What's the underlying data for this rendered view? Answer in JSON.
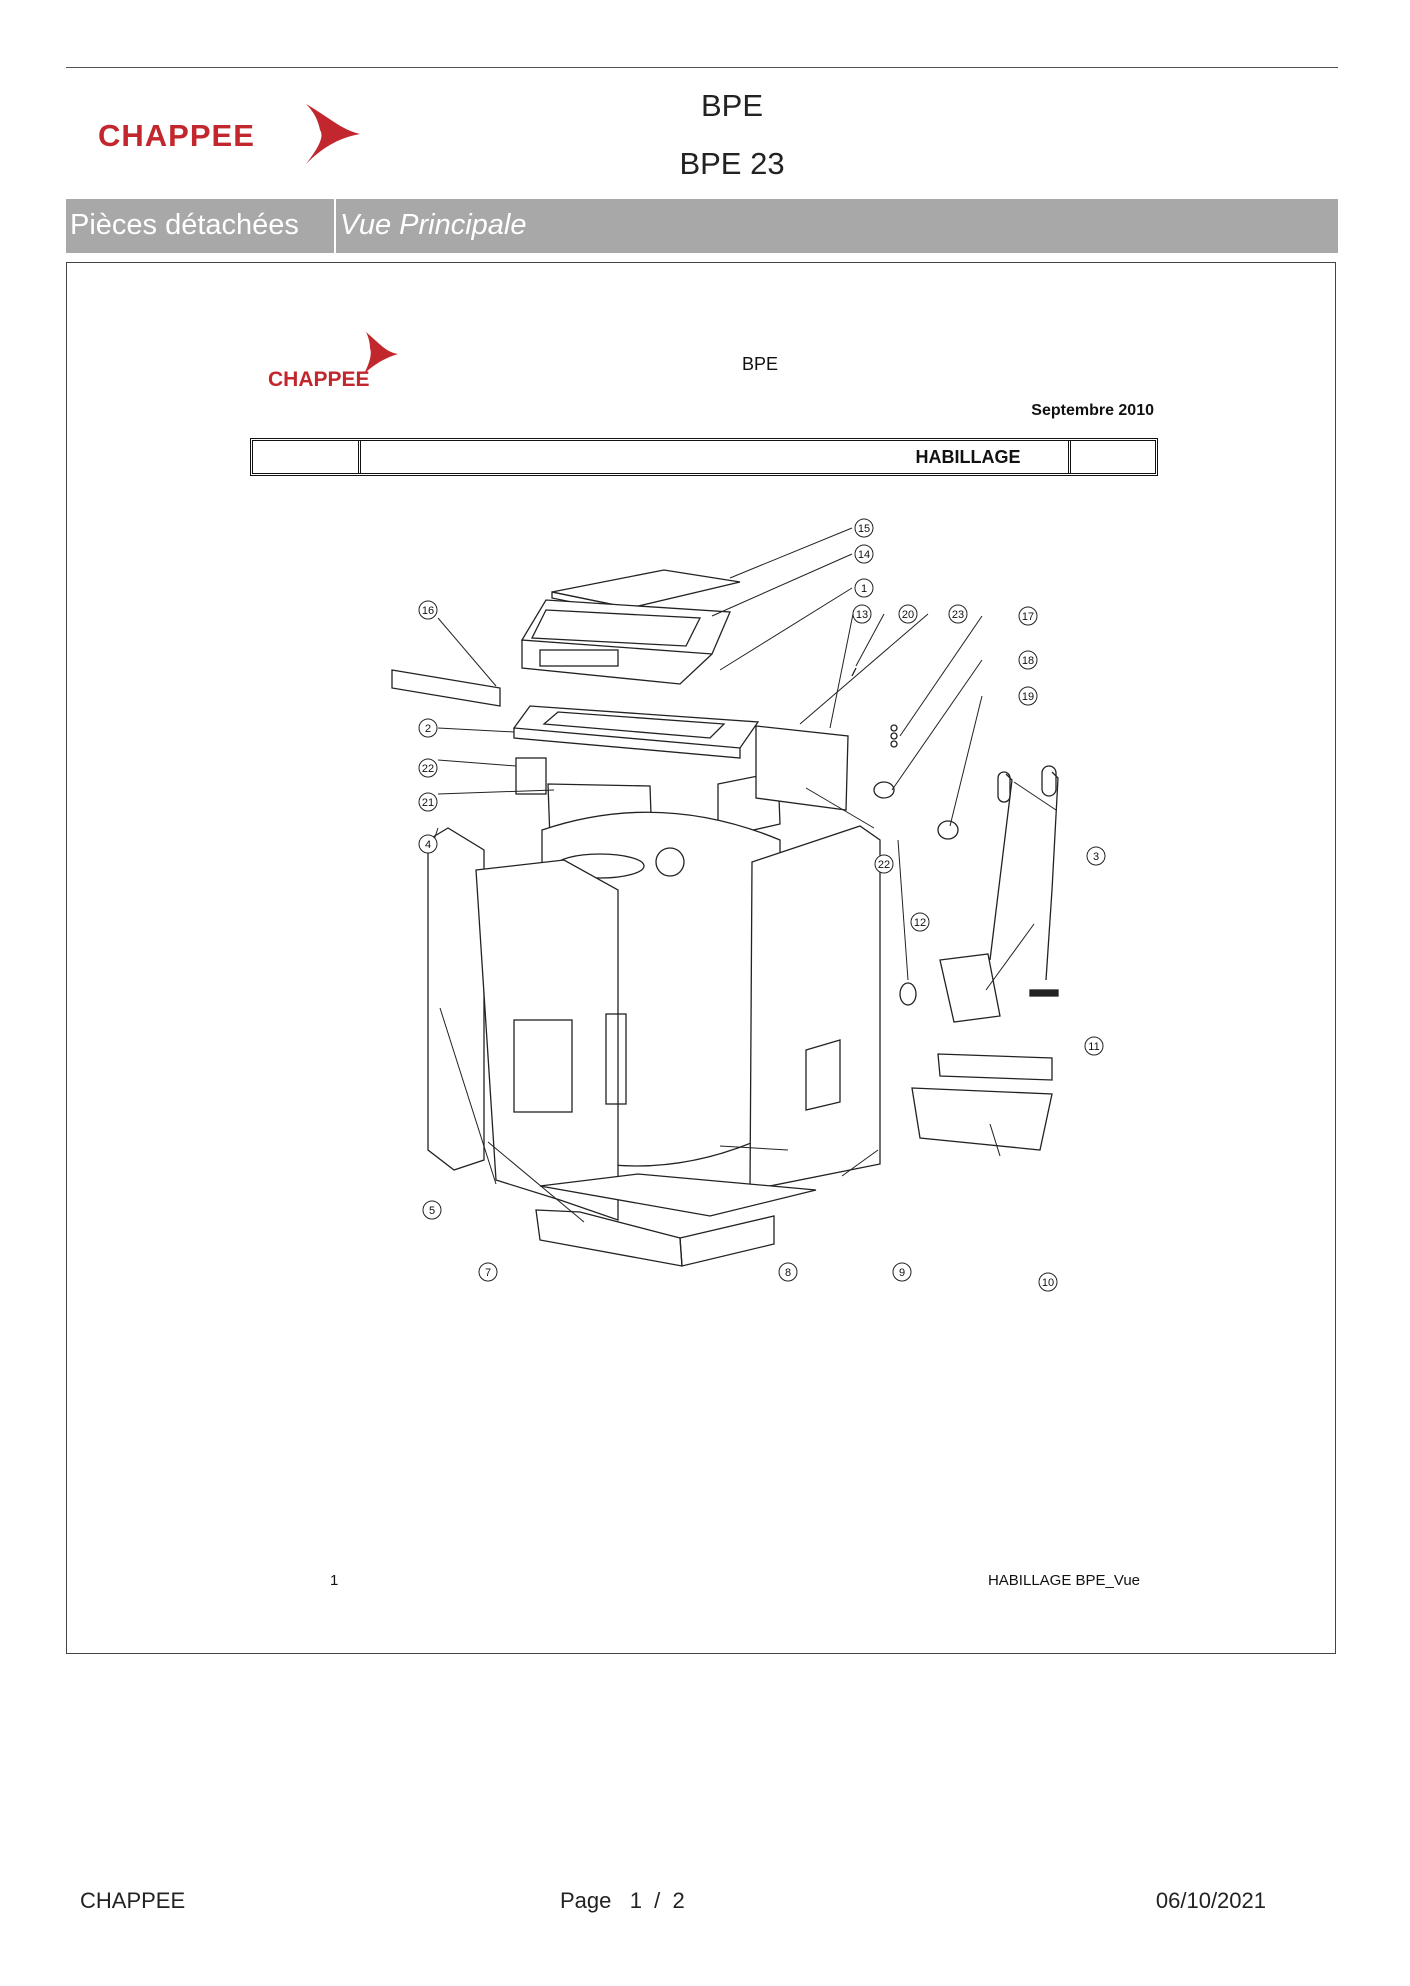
{
  "header": {
    "brand": "CHAPPEE",
    "title": "BPE",
    "subtitle": "BPE 23"
  },
  "tabs": {
    "parts": "Pièces détachées",
    "view": "Vue Principale"
  },
  "sheet": {
    "brand": "CHAPPEE",
    "title": "BPE",
    "date": "Septembre 2010",
    "section": "HABILLAGE",
    "page_number": "1",
    "reference": "HABILLAGE BPE_Vue",
    "callouts": [
      "15",
      "14",
      "1",
      "13",
      "20",
      "23",
      "17",
      "16",
      "18",
      "2",
      "19",
      "22",
      "21",
      "4",
      "3",
      "22",
      "12",
      "11",
      "5",
      "7",
      "8",
      "9",
      "10"
    ]
  },
  "footer": {
    "brand": "CHAPPEE",
    "page": "Page   1  /  2",
    "date": "06/10/2021"
  },
  "colors": {
    "brand_red": "#c1272d",
    "tab_bar": "#a8a8a8"
  }
}
